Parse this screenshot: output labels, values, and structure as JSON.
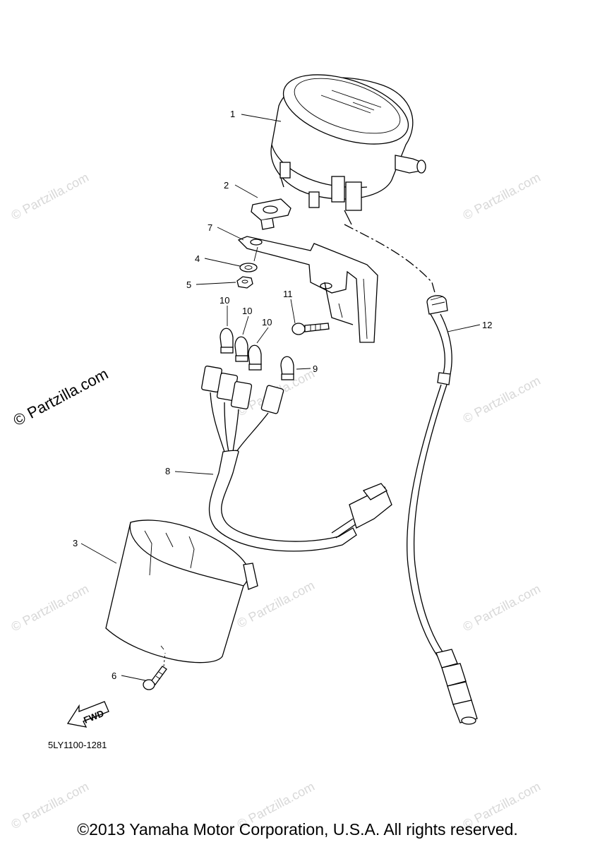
{
  "diagram": {
    "callouts": [
      {
        "id": "1",
        "label": "1"
      },
      {
        "id": "2",
        "label": "2"
      },
      {
        "id": "7",
        "label": "7"
      },
      {
        "id": "4",
        "label": "4"
      },
      {
        "id": "5",
        "label": "5"
      },
      {
        "id": "10a",
        "label": "10"
      },
      {
        "id": "10b",
        "label": "10"
      },
      {
        "id": "10c",
        "label": "10"
      },
      {
        "id": "11",
        "label": "11"
      },
      {
        "id": "9",
        "label": "9"
      },
      {
        "id": "12",
        "label": "12"
      },
      {
        "id": "8",
        "label": "8"
      },
      {
        "id": "3",
        "label": "3"
      },
      {
        "id": "6",
        "label": "6"
      }
    ],
    "fwd_label": "FWD",
    "drawing_code": "5LY1100-1281"
  },
  "watermark": {
    "main": "© Partzilla.com",
    "faint": "© Partzilla.com"
  },
  "footer": {
    "copyright": "©2013 Yamaha Motor Corporation, U.S.A. All rights reserved."
  }
}
